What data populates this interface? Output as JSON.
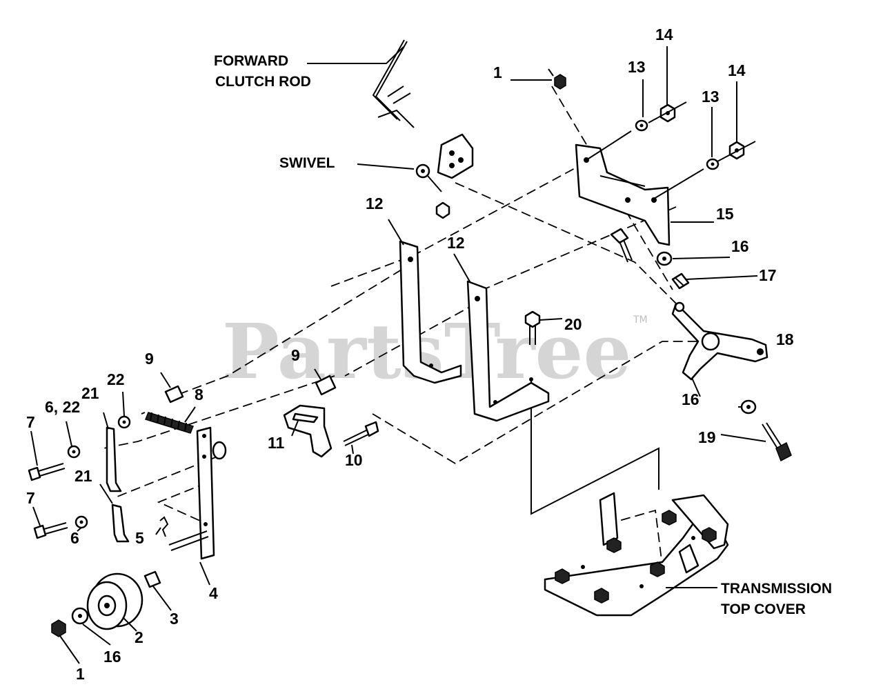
{
  "watermark": {
    "text": "PartsTree",
    "tm": "TM"
  },
  "labels": {
    "forward_clutch_rod_1": "FORWARD",
    "forward_clutch_rod_2": "CLUTCH ROD",
    "swivel": "SWIVEL",
    "transmission_top_cover_1": "TRANSMISSION",
    "transmission_top_cover_2": "TOP COVER"
  },
  "callouts": {
    "c1_top": "1",
    "c13_a": "13",
    "c14_a": "14",
    "c13_b": "13",
    "c14_b": "14",
    "c15": "15",
    "c16_a": "16",
    "c17": "17",
    "c18": "18",
    "c16_b": "16",
    "c19": "19",
    "c12_a": "12",
    "c12_b": "12",
    "c20": "20",
    "c9_a": "9",
    "c9_b": "9",
    "c8": "8",
    "c22": "22",
    "c6_22": "6, 22",
    "c21_a": "21",
    "c7_a": "7",
    "c21_b": "21",
    "c7_b": "7",
    "c5": "5",
    "c6": "6",
    "c11": "11",
    "c10": "10",
    "c4": "4",
    "c3": "3",
    "c2": "2",
    "c16_c": "16",
    "c1_bottom": "1"
  }
}
